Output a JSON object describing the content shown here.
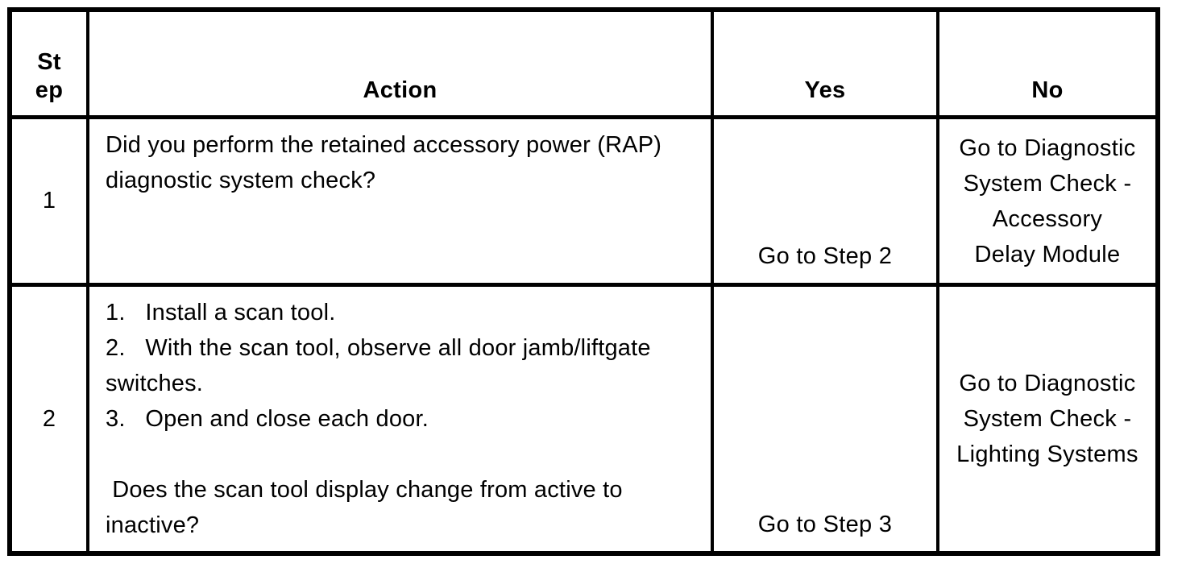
{
  "table": {
    "columns": {
      "step": {
        "label_lines": [
          "St",
          "ep"
        ]
      },
      "action": {
        "label": "Action"
      },
      "yes": {
        "label": "Yes"
      },
      "no": {
        "label": "No"
      }
    },
    "rows": [
      {
        "step": "1",
        "action_lines": [
          "Did you perform the retained accessory power (RAP)",
          "diagnostic system check?"
        ],
        "yes": "Go to Step 2",
        "no_lines": [
          "Go to Diagnostic",
          "System Check -",
          "Accessory",
          "Delay Module"
        ]
      },
      {
        "step": "2",
        "action_lines": [
          "1.   Install a scan tool.",
          "2.   With the scan tool, observe all door jamb/liftgate",
          "switches.",
          "3.   Open and close each door.",
          "",
          " Does the scan tool display change from active to",
          "inactive?"
        ],
        "yes": "Go to Step 3",
        "no_lines": [
          "Go to Diagnostic",
          "System Check -",
          "Lighting Systems"
        ]
      }
    ]
  },
  "colors": {
    "background": "#ffffff",
    "border": "#000000",
    "text": "#000000"
  }
}
